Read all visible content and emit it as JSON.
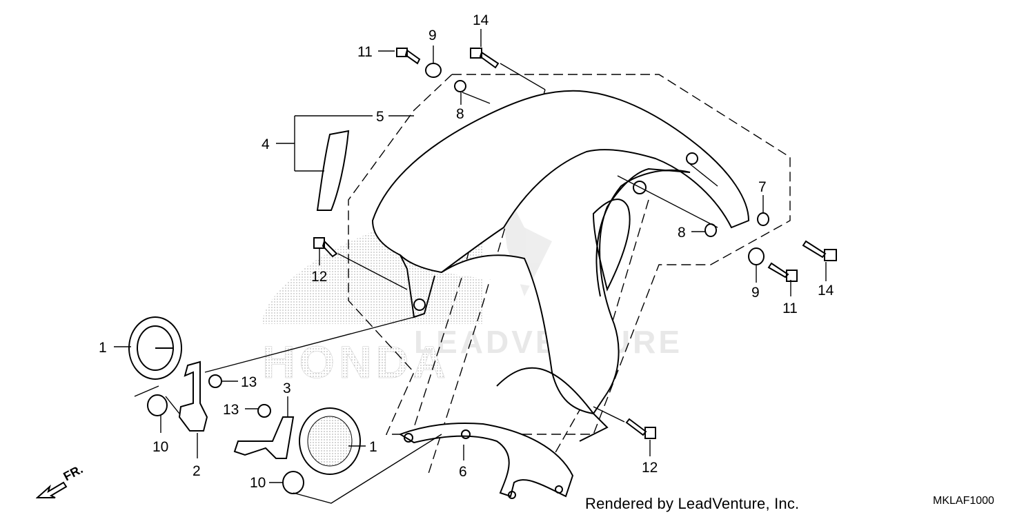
{
  "callouts": [
    {
      "id": "c1a",
      "text": "1"
    },
    {
      "id": "c1b",
      "text": "1"
    },
    {
      "id": "c2",
      "text": "2"
    },
    {
      "id": "c3",
      "text": "3"
    },
    {
      "id": "c4",
      "text": "4"
    },
    {
      "id": "c5",
      "text": "5"
    },
    {
      "id": "c6",
      "text": "6"
    },
    {
      "id": "c7",
      "text": "7"
    },
    {
      "id": "c8a",
      "text": "8"
    },
    {
      "id": "c8b",
      "text": "8"
    },
    {
      "id": "c9a",
      "text": "9"
    },
    {
      "id": "c9b",
      "text": "9"
    },
    {
      "id": "c10a",
      "text": "10"
    },
    {
      "id": "c10b",
      "text": "10"
    },
    {
      "id": "c11a",
      "text": "11"
    },
    {
      "id": "c11b",
      "text": "11"
    },
    {
      "id": "c12a",
      "text": "12"
    },
    {
      "id": "c12b",
      "text": "12"
    },
    {
      "id": "c13a",
      "text": "13"
    },
    {
      "id": "c13b",
      "text": "13"
    },
    {
      "id": "c14a",
      "text": "14"
    },
    {
      "id": "c14b",
      "text": "14"
    }
  ],
  "direction_label": "FR.",
  "credit": "Rendered by LeadVenture, Inc.",
  "diagram_code": "MKLAF1000",
  "watermark": {
    "brand": "HONDA",
    "vendor": "LEADVENTURE"
  },
  "colors": {
    "line": "#000000",
    "watermark": "#c8c8c8"
  }
}
